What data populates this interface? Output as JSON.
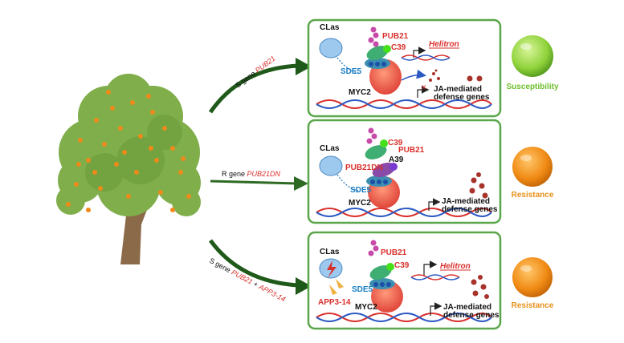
{
  "colors": {
    "panel_border": "#5aa64a",
    "dna_red": "#d9302c",
    "dna_blue": "#2b59c3",
    "susceptible": "#6cbf2a",
    "resistant": "#e8901a"
  },
  "arrows": {
    "top": {
      "prefix": "S gene ",
      "gene": "PUB21"
    },
    "middle": {
      "prefix": "R gene ",
      "gene": "PUB21DN"
    },
    "bottom": {
      "prefix": "S gene ",
      "gene": "PUB21",
      "plus": " + ",
      "gene2": "APP3-14"
    }
  },
  "panels": {
    "p1": {
      "clas": "CLas",
      "pub21": "PUB21",
      "c39": "C39",
      "helitron": "Helitron",
      "sde5": "SDE5",
      "myc2": "MYC2",
      "ja_line1": "JA-mediated",
      "ja_line2": "defense genes"
    },
    "p2": {
      "clas": "CLas",
      "c39": "C39",
      "pub21": "PUB21",
      "pub21dn": "PUB21DN",
      "a39": "A39",
      "sde5": "SDE5",
      "myc2": "MYC2",
      "ja_line1": "JA-mediated",
      "ja_line2": "defense genes"
    },
    "p3": {
      "clas": "CLas",
      "pub21": "PUB21",
      "c39": "C39",
      "helitron": "Helitron",
      "sde5": "SDE5",
      "app": "APP3-14",
      "myc2": "MYC2",
      "ja_line1": "JA-mediated",
      "ja_line2": "defense genes"
    }
  },
  "outcomes": {
    "o1": {
      "label": "Susceptibility",
      "fruit": "green-fruit-icon"
    },
    "o2": {
      "label": "Resistance",
      "fruit": "orange-fruit-icon"
    },
    "o3": {
      "label": "Resistance",
      "fruit": "orange-fruit-icon"
    }
  }
}
